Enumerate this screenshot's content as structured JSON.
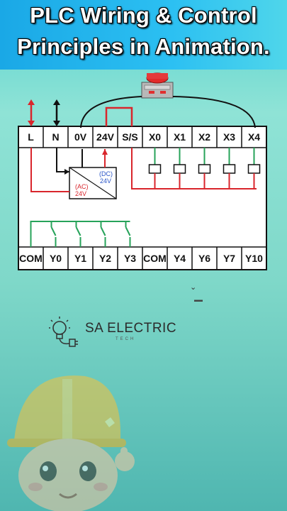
{
  "title": {
    "line1": "PLC Wiring & Control",
    "line2": "Principles in Animation."
  },
  "input_terminals": [
    "L",
    "N",
    "0V",
    "24V",
    "S/S",
    "X0",
    "X1",
    "X2",
    "X3",
    "X4"
  ],
  "output_terminals": [
    "COM",
    "Y0",
    "Y1",
    "Y2",
    "Y3",
    "COM",
    "Y4",
    "Y6",
    "Y7",
    "Y10"
  ],
  "power_supply": {
    "ac_label": "(AC)",
    "ac_value": "24V",
    "dc_label": "(DC)",
    "dc_value": "24V"
  },
  "logo": {
    "name": "SA ELECTRIC",
    "tagline": "TECH"
  },
  "colors": {
    "red_wire": "#d9262c",
    "green_wire": "#27a35a",
    "title_band": "#1aa8e6"
  }
}
